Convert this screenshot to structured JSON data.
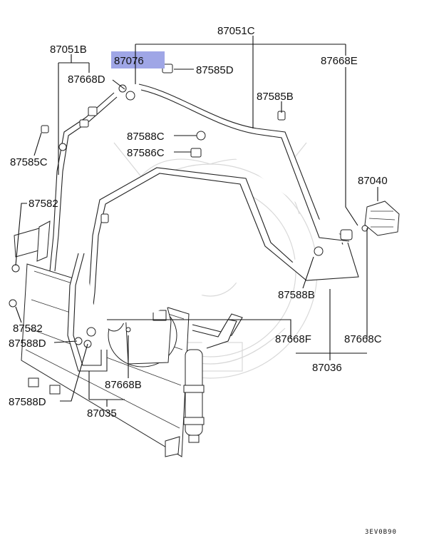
{
  "diagram": {
    "highlight_color": "#9fa6e6",
    "drawing_code": "3EV0B90",
    "callouts": [
      {
        "id": "c87051C",
        "text": "87051C"
      },
      {
        "id": "c87051B",
        "text": "87051B"
      },
      {
        "id": "c87076",
        "text": "87076"
      },
      {
        "id": "c87585D",
        "text": "87585D"
      },
      {
        "id": "c87668E",
        "text": "87668E"
      },
      {
        "id": "c87668D",
        "text": "87668D"
      },
      {
        "id": "c87585B",
        "text": "87585B"
      },
      {
        "id": "c87588C",
        "text": "87588C"
      },
      {
        "id": "c87586C",
        "text": "87586C"
      },
      {
        "id": "c87585C",
        "text": "87585C"
      },
      {
        "id": "c87040",
        "text": "87040"
      },
      {
        "id": "c87582a",
        "text": "87582"
      },
      {
        "id": "c87588B",
        "text": "87588B"
      },
      {
        "id": "c87582b",
        "text": "87582"
      },
      {
        "id": "c87668F",
        "text": "87668F"
      },
      {
        "id": "c87668C",
        "text": "87668C"
      },
      {
        "id": "c87588Da",
        "text": "87588D"
      },
      {
        "id": "c87036",
        "text": "87036"
      },
      {
        "id": "c87668B",
        "text": "87668B"
      },
      {
        "id": "c87588Db",
        "text": "87588D"
      },
      {
        "id": "c87035",
        "text": "87035"
      }
    ]
  }
}
